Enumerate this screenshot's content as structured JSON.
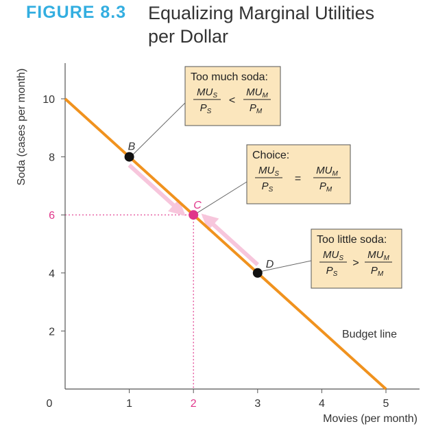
{
  "figure_label": "FIGURE 8.3",
  "figure_title_line1": "Equalizing Marginal Utilities",
  "figure_title_line2": "per Dollar",
  "colors": {
    "budget_line": "#f0921e",
    "highlight": "#e0358a",
    "arrow": "#f7c6dc",
    "annotation_fill": "#fbe6bd",
    "figure_label": "#33aee0"
  },
  "chart_data": {
    "type": "line",
    "xlabel": "Movies (per month)",
    "ylabel": "Soda (cases per month)",
    "xlim": [
      0,
      5.5
    ],
    "ylim": [
      0,
      11
    ],
    "x_ticks": [
      0,
      1,
      2,
      3,
      4,
      5
    ],
    "x_tick_labels": [
      "0",
      "1",
      "2",
      "3",
      "4",
      "5"
    ],
    "y_ticks": [
      2,
      4,
      6,
      8,
      10
    ],
    "y_tick_labels": [
      "2",
      "4",
      "6",
      "8",
      "10"
    ],
    "series": [
      {
        "name": "Budget line",
        "x": [
          0,
          5
        ],
        "y": [
          10,
          0
        ]
      }
    ],
    "points": [
      {
        "label": "B",
        "x": 1,
        "y": 8,
        "color": "#111111"
      },
      {
        "label": "C",
        "x": 2,
        "y": 6,
        "color": "#e0358a"
      },
      {
        "label": "D",
        "x": 3,
        "y": 4,
        "color": "#111111"
      }
    ],
    "highlight": {
      "x": 2,
      "y": 6
    },
    "annotations": [
      {
        "point": "B",
        "title": "Too much soda:",
        "relation": "<"
      },
      {
        "point": "C",
        "title": "Choice:",
        "relation": "="
      },
      {
        "point": "D",
        "title": "Too little soda:",
        "relation": ">"
      }
    ],
    "fraction": {
      "left_num": "MU",
      "left_num_sub": "S",
      "left_den": "P",
      "left_den_sub": "S",
      "right_num": "MU",
      "right_num_sub": "M",
      "right_den": "P",
      "right_den_sub": "M"
    }
  }
}
